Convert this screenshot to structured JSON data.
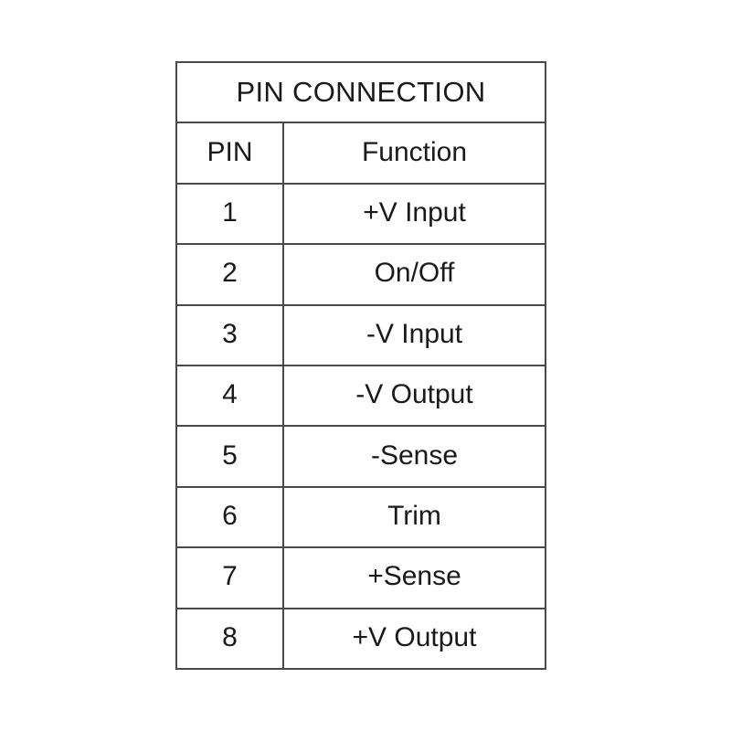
{
  "table": {
    "title": "PIN CONNECTION",
    "columns": {
      "pin": "PIN",
      "function": "Function"
    },
    "rows": [
      {
        "pin": "1",
        "function": "+V Input"
      },
      {
        "pin": "2",
        "function": "On/Off"
      },
      {
        "pin": "3",
        "function": "-V Input"
      },
      {
        "pin": "4",
        "function": "-V Output"
      },
      {
        "pin": "5",
        "function": "-Sense"
      },
      {
        "pin": "6",
        "function": "Trim"
      },
      {
        "pin": "7",
        "function": "+Sense"
      },
      {
        "pin": "8",
        "function": "+V Output"
      }
    ]
  },
  "colors": {
    "border": "#4a4a4a",
    "text": "#1a1a1a",
    "background": "#ffffff"
  }
}
